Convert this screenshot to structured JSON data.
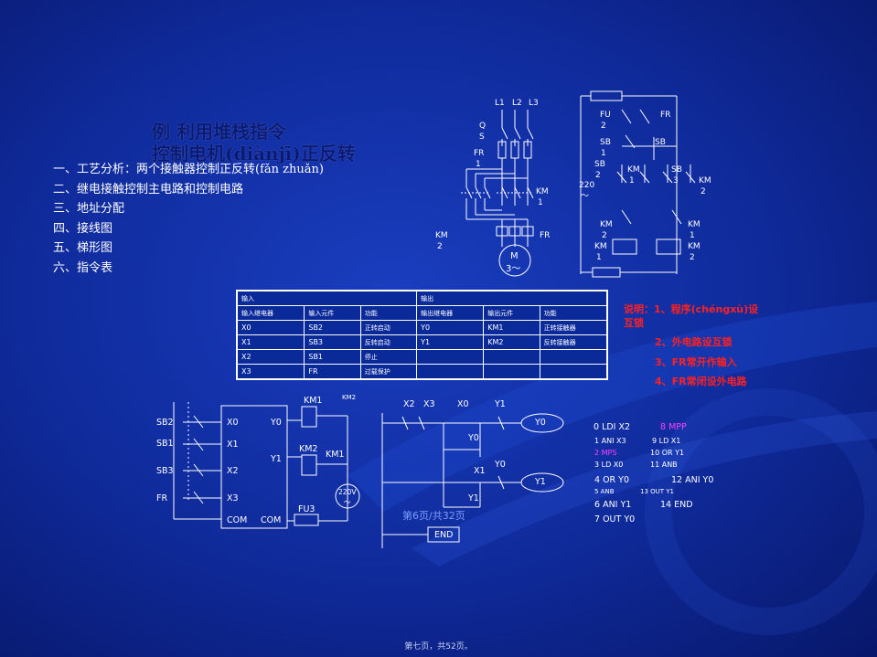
{
  "title": {
    "line1": "例 利用堆栈指令",
    "line2": "控制电机(diànjī)正反转"
  },
  "outline": [
    "一、工艺分析：两个接触器控制正反转(fǎn zhuǎn)",
    "二、继电接触控制主电路和控制电路",
    "三、地址分配",
    "四、接线图",
    "五、梯形图",
    "六、指令表"
  ],
  "main_circuit": {
    "phases": [
      "L1",
      "L2",
      "L3"
    ],
    "qs": [
      "Q",
      "S"
    ],
    "fr_top": [
      "FR",
      "1"
    ],
    "km1": [
      "KM",
      "1"
    ],
    "km2": [
      "KM",
      "2"
    ],
    "fr": "FR",
    "motor": [
      "M",
      "3～"
    ]
  },
  "control_circuit": {
    "fu": [
      "FU",
      "2"
    ],
    "fr": "FR",
    "sb1": [
      "SB",
      "1"
    ],
    "sb_right": "SB",
    "sb2": [
      "SB",
      "2"
    ],
    "km1_aux": [
      "KM",
      "1"
    ],
    "sb3": [
      "SB",
      "3"
    ],
    "km2_aux": [
      "KM",
      "2"
    ],
    "voltage": "220",
    "tilde": "～",
    "km2_nc": [
      "KM",
      "2"
    ],
    "km1_nc": [
      "KM",
      "1"
    ],
    "km1_coil": [
      "KM",
      "1"
    ],
    "km2_coil": [
      "KM",
      "2"
    ]
  },
  "io_table": {
    "group_in": "输入",
    "group_out": "输出",
    "headers": [
      "输入继电器",
      "输入元件",
      "功能",
      "输出继电器",
      "输出元件",
      "功能"
    ],
    "rows": [
      [
        "X0",
        "SB2",
        "正转启动",
        "Y0",
        "KM1",
        "正转接触器"
      ],
      [
        "X1",
        "SB3",
        "反转启动",
        "Y1",
        "KM2",
        "反转接触器"
      ],
      [
        "X2",
        "SB1",
        "停止",
        "",
        "",
        ""
      ],
      [
        "X3",
        "FR",
        "过载保护",
        "",
        "",
        ""
      ]
    ]
  },
  "notes": [
    "说明：1、程序(chéngxù)设",
    "互锁",
    "2、外电路设互锁",
    "3、FR常开作输入",
    "4、FR常闭设外电路"
  ],
  "wiring": {
    "inputs": [
      "SB2",
      "SB1",
      "SB3",
      "FR"
    ],
    "x_terms": [
      "X0",
      "X1",
      "X2",
      "X3"
    ],
    "y0": "Y0",
    "y1": "Y1",
    "com1": "COM",
    "com2": "COM",
    "km1": "KM1",
    "km2_top": "KM2",
    "km2": "KM2",
    "km1_b": "KM1",
    "voltage": "220V",
    "tilde": "～",
    "fu3": "FU3"
  },
  "ladder": {
    "top_labels": [
      "X2",
      "X3",
      "X0",
      "Y1"
    ],
    "y0_contact": "Y0",
    "x1": "X1",
    "y0_b": "Y0",
    "y1_contact": "Y1",
    "coil_y0": "Y0",
    "coil_y1": "Y1",
    "end": "END"
  },
  "instructions": [
    {
      "t": "0   LDI X2",
      "c": "w",
      "b": true
    },
    {
      "t": "8  MPP",
      "c": "m",
      "b": true
    },
    {
      "t": "1   ANI  X3",
      "c": "w",
      "b": false
    },
    {
      "t": "9    LD   X1",
      "c": "w",
      "b": false
    },
    {
      "t": "2   MPS",
      "c": "m",
      "b": false
    },
    {
      "t": "10   OR   Y1",
      "c": "w",
      "b": false
    },
    {
      "t": "3   LD  X0",
      "c": "w",
      "b": false
    },
    {
      "t": "11   ANB",
      "c": "w",
      "b": false
    },
    {
      "t": "4    OR  Y0",
      "c": "w",
      "b": true
    },
    {
      "t": "12   ANI    Y0",
      "c": "w",
      "b": true
    },
    {
      "t": "5  ANB",
      "c": "w",
      "b": false
    },
    {
      "t": "13   OUT  Y1",
      "c": "w",
      "b": false
    },
    {
      "t": "6    ANI  Y1",
      "c": "w",
      "b": true
    },
    {
      "t": "14    END",
      "c": "w",
      "b": true
    },
    {
      "t": "7    OUT Y0",
      "c": "w",
      "b": true
    }
  ],
  "page_mark": "第6页/共32页",
  "footer": "第七页，共52页。",
  "colors": {
    "bg": "#0f2a9a",
    "note": "#ff2020",
    "magenta": "#ff40ff",
    "title": "#0a1a70"
  }
}
